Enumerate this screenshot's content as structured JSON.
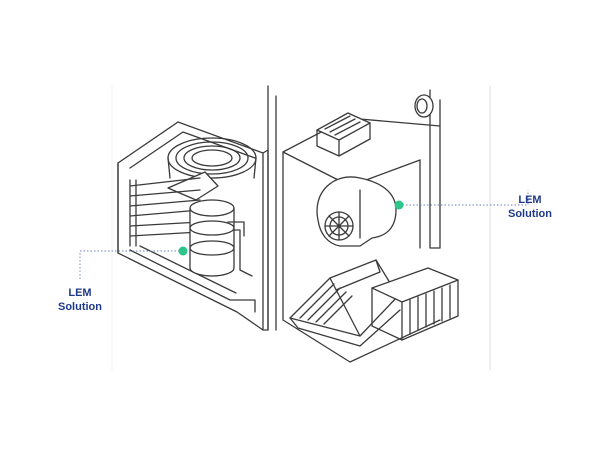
{
  "colors": {
    "line": "#3a3a3a",
    "callout_dot": "#2ec48a",
    "callout_text": "#1f3a8a",
    "callout_line": "#6a7fae"
  },
  "callouts": [
    {
      "id": "compressor",
      "line1": "LEM",
      "line2": "Solution"
    },
    {
      "id": "blower",
      "line1": "LEM",
      "line2": "Solution"
    }
  ]
}
